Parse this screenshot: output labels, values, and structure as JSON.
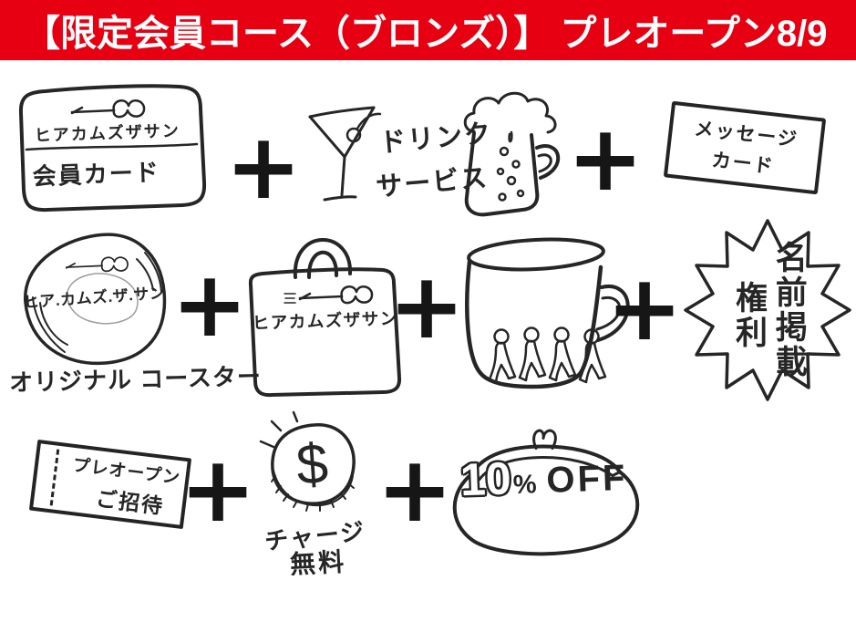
{
  "banner": {
    "title": "【限定会員コース（ブロンズ）】 プレオープン8/9"
  },
  "colors": {
    "banner_bg": "#e60012",
    "banner_text": "#ffffff",
    "ink": "#262626",
    "paper": "#ffffff"
  },
  "icons": {
    "plus": "+"
  },
  "items": {
    "member_card": {
      "brand": "ヒアカムズザサン",
      "label": "会員カード"
    },
    "drink_service": {
      "line1": "ドリンク",
      "line2": "サービス"
    },
    "message_card": {
      "line1": "メッセージ",
      "line2": "カード"
    },
    "coaster": {
      "brand": "ヒア.カムズ.ザ.サン",
      "label": "オリジナル コースター"
    },
    "tote_bag": {
      "brand": "ヒアカムズザサン"
    },
    "name_listing": {
      "line1": "名前掲載",
      "line2": "権利"
    },
    "preopen_ticket": {
      "line1": "プレオープン",
      "line2": "ご招待"
    },
    "free_charge": {
      "coin_symbol": "$",
      "line1": "チャージ",
      "line2": "無料"
    },
    "discount": {
      "value": "10",
      "percent": "%",
      "off": "OFF"
    }
  }
}
